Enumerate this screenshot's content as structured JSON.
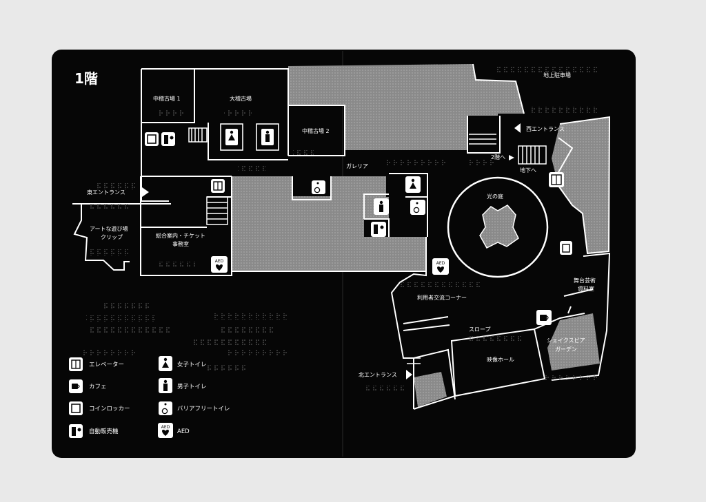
{
  "floor_title": "1階",
  "labels": {
    "parking": "地上駐車場",
    "room_medium1": "中稽古場 1",
    "room_large": "大稽古場",
    "room_medium2": "中稽古場 2",
    "galleria": "ガレリア",
    "west_entrance": "西エントランス",
    "to_2f": "2階へ",
    "to_basement": "地下へ",
    "east_entrance": "東エントランス",
    "art_play": "アートな遊び場",
    "art_play_2": "クリップ",
    "info_counter": "総合案内・チケット",
    "info_counter_2": "事務室",
    "light_garden": "光の庭",
    "stage_archive": "舞台芸術",
    "stage_archive_2": "資料室",
    "user_lounge": "利用者交流コーナー",
    "slope": "スロープ",
    "shakespeare": "シェイクスピア",
    "shakespeare_2": "ガーデン",
    "video_hall": "映像ホール",
    "north_entrance": "北エントランス"
  },
  "legend": [
    {
      "icon": "elevator-icon",
      "label": "エレベーター"
    },
    {
      "icon": "cafe-icon",
      "label": "カフェ"
    },
    {
      "icon": "locker-icon",
      "label": "コインロッカー"
    },
    {
      "icon": "vending-machine-icon",
      "label": "自動販売機"
    },
    {
      "icon": "womens-toilet-icon",
      "label": "女子トイレ"
    },
    {
      "icon": "mens-toilet-icon",
      "label": "男子トイレ"
    },
    {
      "icon": "barrier-free-toilet-icon",
      "label": "バリアフリートイレ"
    },
    {
      "icon": "aed-icon",
      "label": "AED"
    }
  ],
  "aed_text": "AED",
  "colors": {
    "board": "#060606",
    "hatch": "#8d8d8d",
    "line": "#ffffff",
    "background": "#e9e9e9"
  }
}
